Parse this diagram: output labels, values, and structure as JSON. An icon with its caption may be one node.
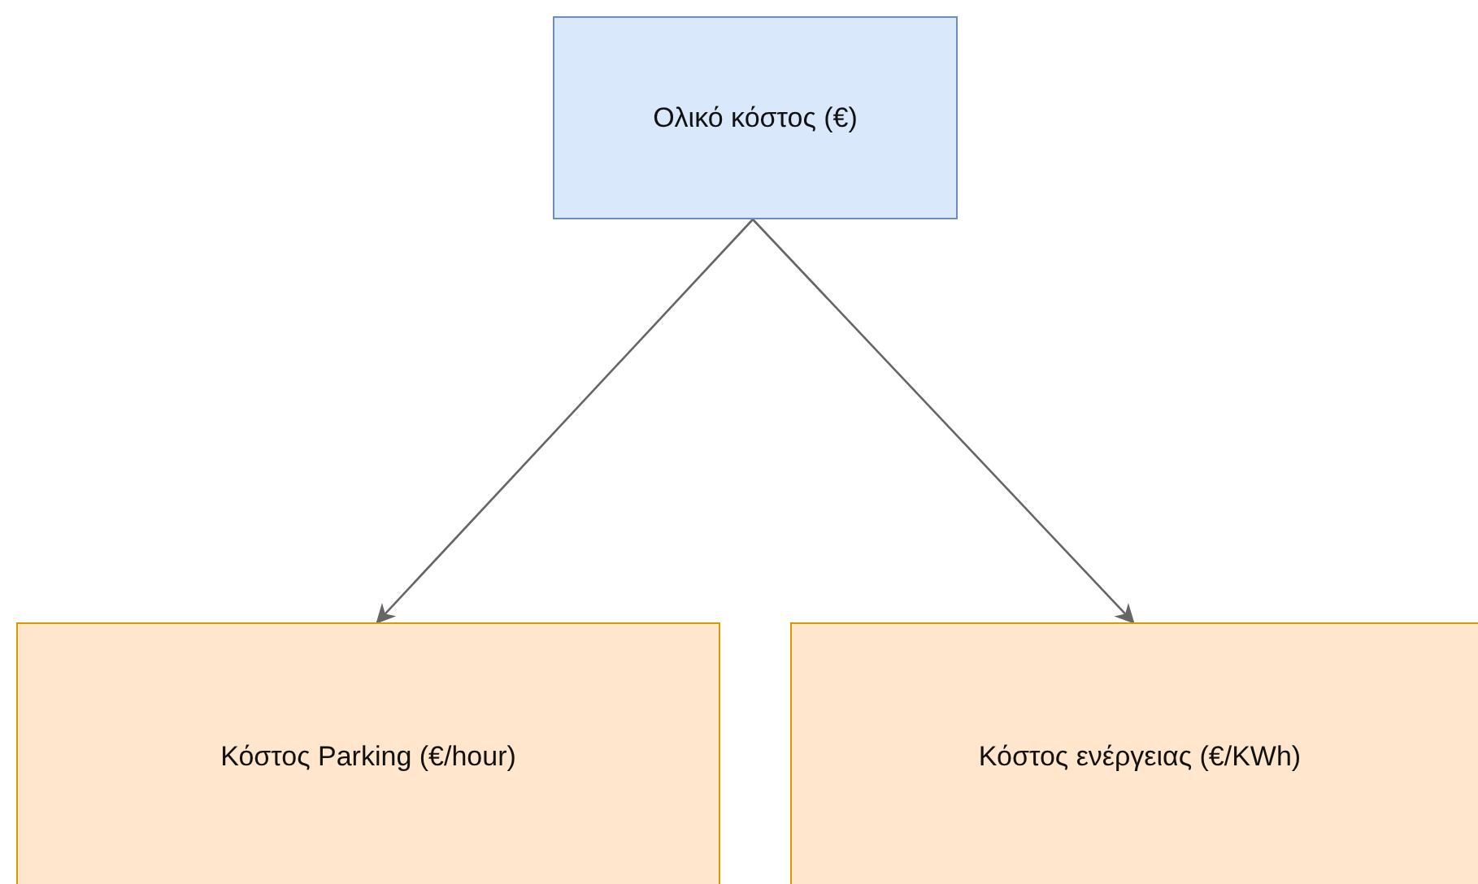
{
  "diagram": {
    "nodes": [
      {
        "text": [
          "Ολικό κόστος (€)"
        ]
      },
      {
        "text": [
          "Κόστος Parking (€/hour)"
        ]
      },
      {
        "text": [
          "Κόστος ενέργειας (€/KWh)"
        ]
      }
    ],
    "edges": [
      {
        "from": 0,
        "to": 1,
        "arrow": "to"
      },
      {
        "from": 0,
        "to": 2,
        "arrow": "to"
      }
    ]
  }
}
